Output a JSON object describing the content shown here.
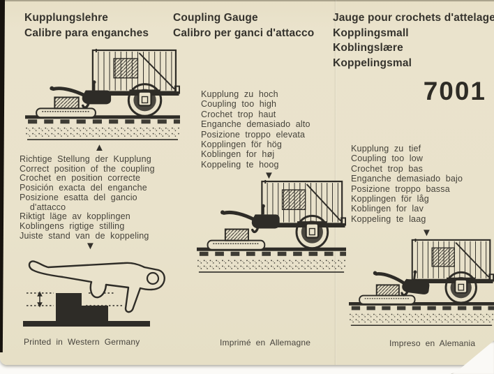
{
  "sheet": {
    "product_number": "7001",
    "title_blocks": {
      "left": {
        "lines": [
          "Kupplungslehre",
          "Calibre para enganches"
        ]
      },
      "center": {
        "lines": [
          "Coupling Gauge",
          "Calibro per ganci d'attacco"
        ]
      },
      "right": {
        "lines": [
          "Jauge pour crochets d'attelage",
          "Kopplingsmall",
          "Koblingslære",
          "Koppelingsmal"
        ]
      }
    },
    "caption_correct": {
      "lines": [
        "Richtige Stellung der Kupplung",
        "Correct position of the coupling",
        "Crochet en position correcte",
        "Posición exacta del enganche",
        "Posizione esatta del gancio",
        "  d'attacco",
        "Riktigt läge av kopplingen",
        "Koblingens rigtige stilling",
        "Juiste stand van de koppeling"
      ]
    },
    "caption_too_high": {
      "lines": [
        "Kupplung zu hoch",
        "Coupling too high",
        "Crochet trop haut",
        "Enganche demasiado alto",
        "Posizione troppo elevata",
        "Kopplingen för hög",
        "Koblingen for høj",
        "Koppeling te hoog"
      ]
    },
    "caption_too_low": {
      "lines": [
        "Kupplung zu tief",
        "Coupling too low",
        "Crochet trop bas",
        "Enganche demasiado bajo",
        "Posizione troppo bassa",
        "Kopplingen för låg",
        "Koblingen for lav",
        "Koppeling te laag"
      ]
    },
    "footer": {
      "left": "Printed in Western Germany",
      "center": "Imprimé en Allemagne",
      "right": "Impreso en Alemania"
    },
    "markers": {
      "up": "▲",
      "down": "▼"
    },
    "colors": {
      "paper": "#e9e2cb",
      "ink": "#2e2c27"
    }
  }
}
